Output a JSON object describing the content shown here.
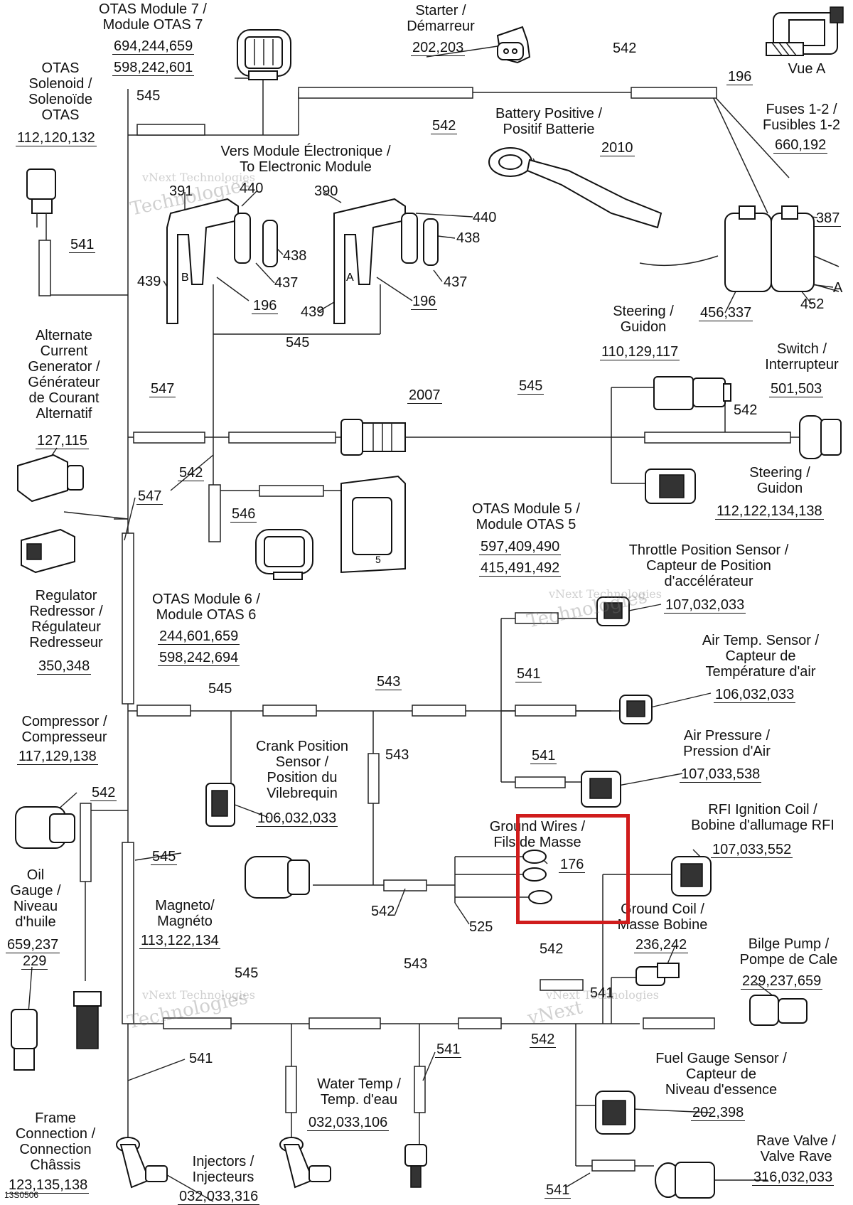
{
  "components": {
    "otas7": {
      "title": "OTAS Module 7 /\nModule OTAS 7",
      "refs": [
        "694,244,659",
        "598,242,601"
      ]
    },
    "starter": {
      "title": "Starter /\nDémarreur",
      "refs": [
        "202,203"
      ]
    },
    "vue_a": {
      "title": "Vue A"
    },
    "otas_solenoid": {
      "title": "OTAS\nSolenoid /\nSolenoïde\nOTAS",
      "refs": [
        "112,120,132"
      ]
    },
    "battery": {
      "title": "Battery Positive /\nPositif Batterie"
    },
    "fuses": {
      "title": "Fuses 1-2 /\nFusibles 1-2",
      "refs": [
        "660,192"
      ]
    },
    "electronic_module": {
      "title": "Vers Module Électronique /\nTo Electronic Module"
    },
    "steering1": {
      "title": "Steering /\nGuidon",
      "refs": [
        "110,129,117"
      ]
    },
    "switch": {
      "title": "Switch /\nInterrupteur",
      "refs": [
        "501,503"
      ]
    },
    "alternator": {
      "title": "Alternate\nCurrent\nGenerator /\nGénérateur\nde Courant\nAlternatif",
      "refs": [
        "127,115"
      ]
    },
    "steering2": {
      "title": "Steering /\nGuidon",
      "refs": [
        "112,122,134,138"
      ]
    },
    "otas5": {
      "title": "OTAS Module 5 /\nModule OTAS 5",
      "refs": [
        "597,409,490",
        "415,491,492"
      ]
    },
    "tps": {
      "title": "Throttle Position Sensor /\nCapteur de Position\nd'accélérateur",
      "refs": [
        "107,032,033"
      ]
    },
    "regulator": {
      "title": "Regulator\nRedressor /\nRégulateur\nRedresseur",
      "refs": [
        "350,348"
      ]
    },
    "otas6": {
      "title": "OTAS Module 6 /\nModule OTAS 6",
      "refs": [
        "244,601,659",
        "598,242,694"
      ]
    },
    "air_temp": {
      "title": "Air Temp. Sensor /\nCapteur de\nTempérature d'air",
      "refs": [
        "106,032,033"
      ]
    },
    "compressor": {
      "title": "Compressor /\nCompresseur",
      "refs": [
        "117,129,138"
      ]
    },
    "crank": {
      "title": "Crank Position\nSensor /\nPosition du\nVilebrequin",
      "refs": [
        "106,032,033"
      ]
    },
    "air_pressure": {
      "title": "Air Pressure /\nPression d'Air",
      "refs": [
        "107,033,538"
      ]
    },
    "oil": {
      "title": "Oil\nGauge /\nNiveau\nd'huile",
      "refs": [
        "659,237"
      ]
    },
    "ground_wires": {
      "title": "Ground Wires /\nFils de Masse"
    },
    "rfi_coil": {
      "title": "RFI Ignition Coil /\nBobine d'allumage RFI",
      "refs": [
        "107,033,552"
      ]
    },
    "magneto": {
      "title": "Magneto/\nMagnéto",
      "refs": [
        "113,122,134"
      ]
    },
    "ground_coil": {
      "title": "Ground Coil /\nMasse Bobine",
      "refs": [
        "236,242"
      ]
    },
    "bilge": {
      "title": "Bilge Pump /\nPompe de Cale",
      "refs": [
        "229,237,659"
      ]
    },
    "fuel_gauge": {
      "title": "Fuel Gauge Sensor /\nCapteur de\nNiveau d'essence",
      "refs": [
        "202,398"
      ]
    },
    "frame": {
      "title": "Frame\nConnection /\nConnection\nChâssis",
      "refs": [
        "123,135,138"
      ]
    },
    "water_temp": {
      "title": "Water Temp /\nTemp. d'eau",
      "refs": [
        "032,033,106"
      ]
    },
    "injectors": {
      "title": "Injectors /\nInjecteurs",
      "refs": [
        "032,033,316"
      ]
    },
    "rave": {
      "title": "Rave Valve /\nValve Rave",
      "refs": [
        "316,032,033"
      ]
    }
  },
  "callouts": {
    "c196_top": "196",
    "c542_top": "542",
    "c545_top": "545",
    "c542_mid": "542",
    "c2010": "2010",
    "c387": "387",
    "cA": "A",
    "c456": "456,337",
    "c452": "452",
    "c391": "391",
    "c440a": "440",
    "c390": "390",
    "c440b": "440",
    "c438a": "438",
    "c438b": "438",
    "c437a": "437",
    "c437b": "437",
    "c439a": "439",
    "c439b": "439",
    "c196a": "196",
    "c196b": "196",
    "c541_sol": "541",
    "c545_h": "545",
    "c547a": "547",
    "c2007": "2007",
    "c545_b": "545",
    "c542_sw": "542",
    "c542_c": "542",
    "c546": "546",
    "c547b": "547",
    "c541_tps": "541",
    "c545_d": "545",
    "c543_a": "543",
    "c543_b": "543",
    "c541_ap": "541",
    "c542_comp": "542",
    "c176": "176",
    "c545_e": "545",
    "c542_g": "542",
    "c525": "525",
    "c229": "229",
    "c545_f": "545",
    "c543_c": "543",
    "c542_h": "542",
    "c541_h": "541",
    "c542_i": "542",
    "c541_w": "541",
    "c541_f": "541",
    "c541_r": "541"
  },
  "watermark": {
    "brand": "vNext Technologies",
    "line1": "vNext",
    "line2": "Technologies"
  },
  "figure_code": "13S0506",
  "colors": {
    "highlight": "#d01c1c",
    "line": "#222222"
  }
}
